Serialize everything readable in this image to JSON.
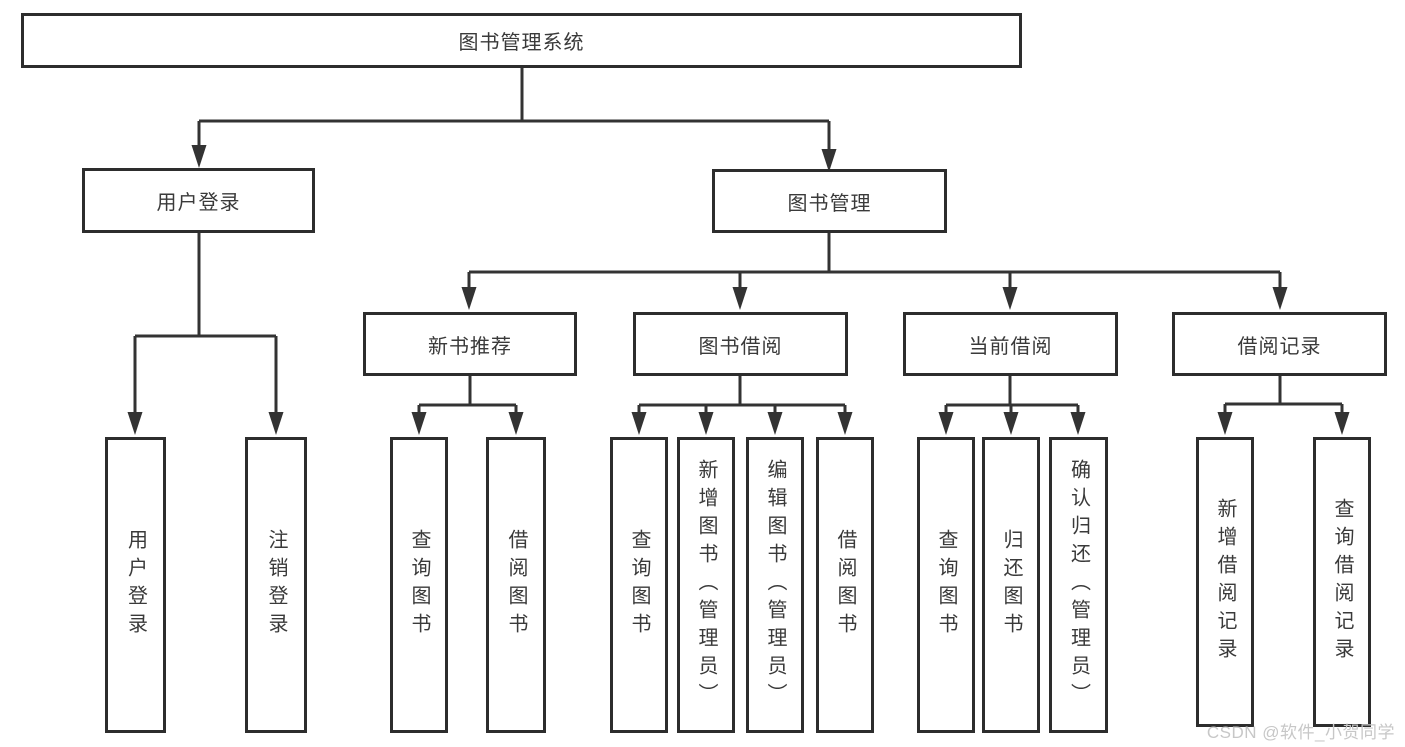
{
  "tree": {
    "label": "图书管理系统",
    "children": [
      {
        "label": "用户登录",
        "children": [
          {
            "label": "用户登录"
          },
          {
            "label": "注销登录"
          }
        ]
      },
      {
        "label": "图书管理",
        "children": [
          {
            "label": "新书推荐",
            "children": [
              {
                "label": "查询图书"
              },
              {
                "label": "借阅图书"
              }
            ]
          },
          {
            "label": "图书借阅",
            "children": [
              {
                "label": "查询图书"
              },
              {
                "label": "新增图书（管理员）"
              },
              {
                "label": "编辑图书（管理员）"
              },
              {
                "label": "借阅图书"
              }
            ]
          },
          {
            "label": "当前借阅",
            "children": [
              {
                "label": "查询图书"
              },
              {
                "label": "归还图书"
              },
              {
                "label": "确认归还（管理员）"
              }
            ]
          },
          {
            "label": "借阅记录",
            "children": [
              {
                "label": "新增借阅记录"
              },
              {
                "label": "查询借阅记录"
              }
            ]
          }
        ]
      }
    ]
  },
  "watermark": {
    "text": "CSDN @软件_小贺同学"
  },
  "colors": {
    "line": "#333333",
    "box_border": "#2d2d2d",
    "text": "#3a3a3a",
    "watermark": "#c7c7c7",
    "background": "#ffffff"
  }
}
